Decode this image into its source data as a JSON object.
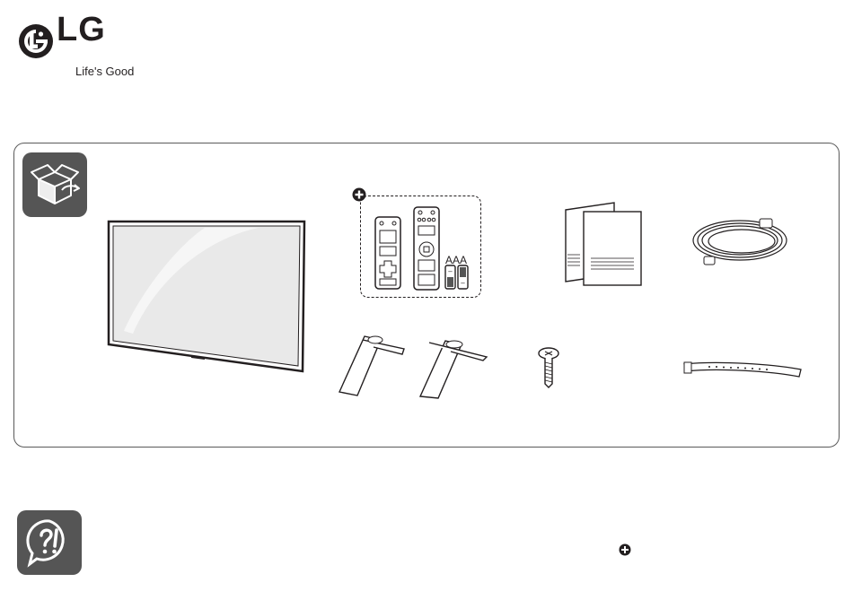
{
  "brand": {
    "name": "LG",
    "slogan": "Life's Good"
  },
  "remote_group": {
    "battery_label": "AAA",
    "battery_plus": "+",
    "battery_minus": "−"
  },
  "icons": {
    "box_icon": "open-box-icon",
    "help_icon": "question-exclamation-icon",
    "optional_icon": "plus-circle-icon"
  },
  "colors": {
    "tile": "#555555",
    "ink": "#231f20",
    "outline": "#5a5a5a"
  }
}
